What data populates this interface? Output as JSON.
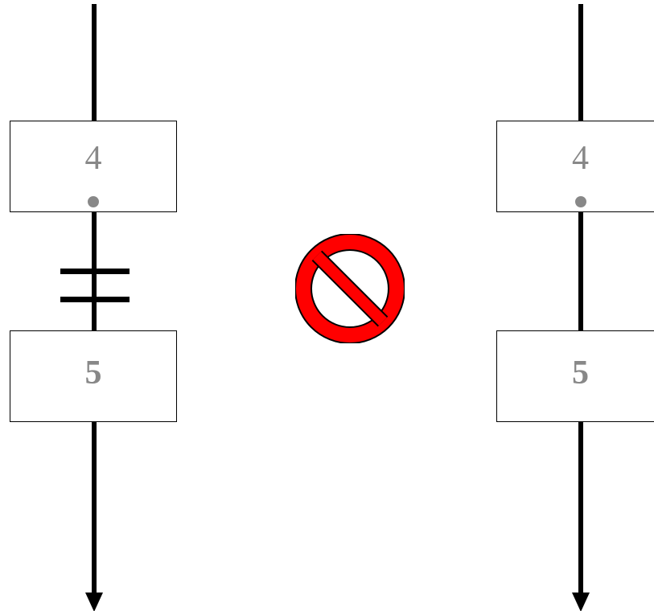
{
  "left_diagram": {
    "step_top": {
      "label": "4",
      "has_token": true
    },
    "transition": {
      "type": "double-bar"
    },
    "step_bottom": {
      "label": "5"
    }
  },
  "right_diagram": {
    "step_top": {
      "label": "4",
      "has_token": true
    },
    "step_bottom": {
      "label": "5"
    }
  },
  "center_symbol": {
    "icon": "prohibited-icon",
    "color": "#e00000"
  },
  "colors": {
    "line": "#000000",
    "step_text": "#888888",
    "token": "#888888",
    "prohibited_fill": "#ff0000"
  }
}
